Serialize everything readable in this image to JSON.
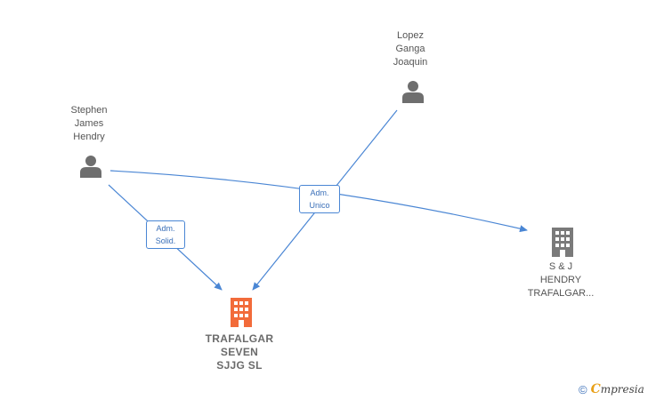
{
  "colors": {
    "edge": "#4a86d4",
    "person_icon": "#6e6e6e",
    "company_main": "#f26b3a",
    "company_other": "#7a7a7a"
  },
  "nodes": {
    "stephen": {
      "type": "person",
      "icon": "person-icon",
      "lines": [
        "Stephen",
        "James",
        "Hendry"
      ]
    },
    "lopez": {
      "type": "person",
      "icon": "person-icon",
      "lines": [
        "Lopez",
        "Ganga",
        "Joaquin"
      ]
    },
    "trafalgar": {
      "type": "company",
      "icon": "building-icon",
      "lines": [
        "TRAFALGAR",
        "SEVEN",
        "SJJG  SL"
      ]
    },
    "sj_hendry": {
      "type": "company",
      "icon": "building-icon",
      "lines": [
        "S & J",
        "HENDRY",
        "TRAFALGAR..."
      ]
    }
  },
  "edges": [
    {
      "from": "stephen",
      "to": "trafalgar",
      "label_lines": [
        "Adm.",
        "Solid."
      ]
    },
    {
      "from": "lopez",
      "to": "trafalgar",
      "label_lines": [
        "Adm.",
        "Unico"
      ]
    },
    {
      "from": "stephen",
      "to": "sj_hendry",
      "label_lines": []
    }
  ],
  "watermark": {
    "copyright": "©",
    "brand_initial": "C",
    "brand_rest": "mpresia"
  }
}
